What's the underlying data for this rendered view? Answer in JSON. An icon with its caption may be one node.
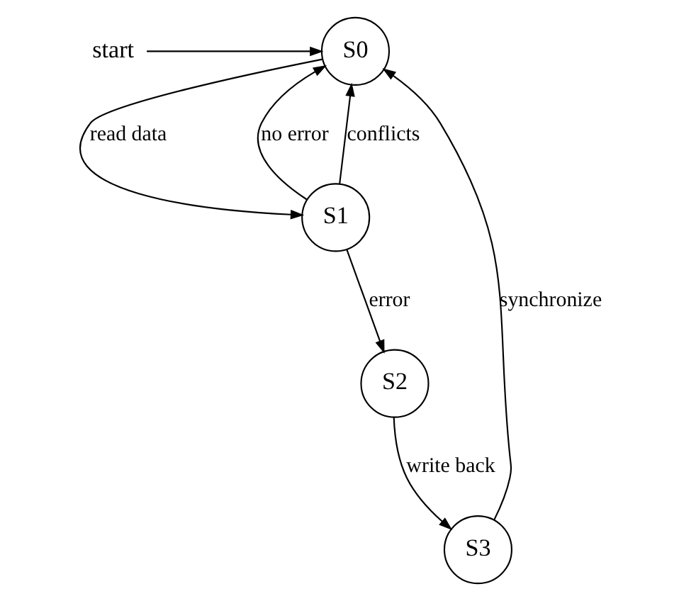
{
  "diagram": {
    "nodes": [
      {
        "text": [
          "start"
        ]
      },
      {
        "text": [
          "S0"
        ]
      },
      {
        "text": [
          "S1"
        ]
      },
      {
        "text": [
          "S2"
        ]
      },
      {
        "text": [
          "S3"
        ]
      }
    ],
    "edges": [
      {
        "from": 0,
        "to": 1,
        "arrow": "to"
      },
      {
        "from": 1,
        "to": 2,
        "arrow": "to",
        "label": "read data"
      },
      {
        "from": 2,
        "to": 1,
        "arrow": "to",
        "label": "no error"
      },
      {
        "from": 2,
        "to": 1,
        "arrow": "to",
        "label": "conflicts"
      },
      {
        "from": 2,
        "to": 3,
        "arrow": "to",
        "label": "error"
      },
      {
        "from": 3,
        "to": 4,
        "arrow": "to",
        "label": "write back"
      },
      {
        "from": 4,
        "to": 1,
        "arrow": "to",
        "label": "synchronize"
      }
    ]
  }
}
